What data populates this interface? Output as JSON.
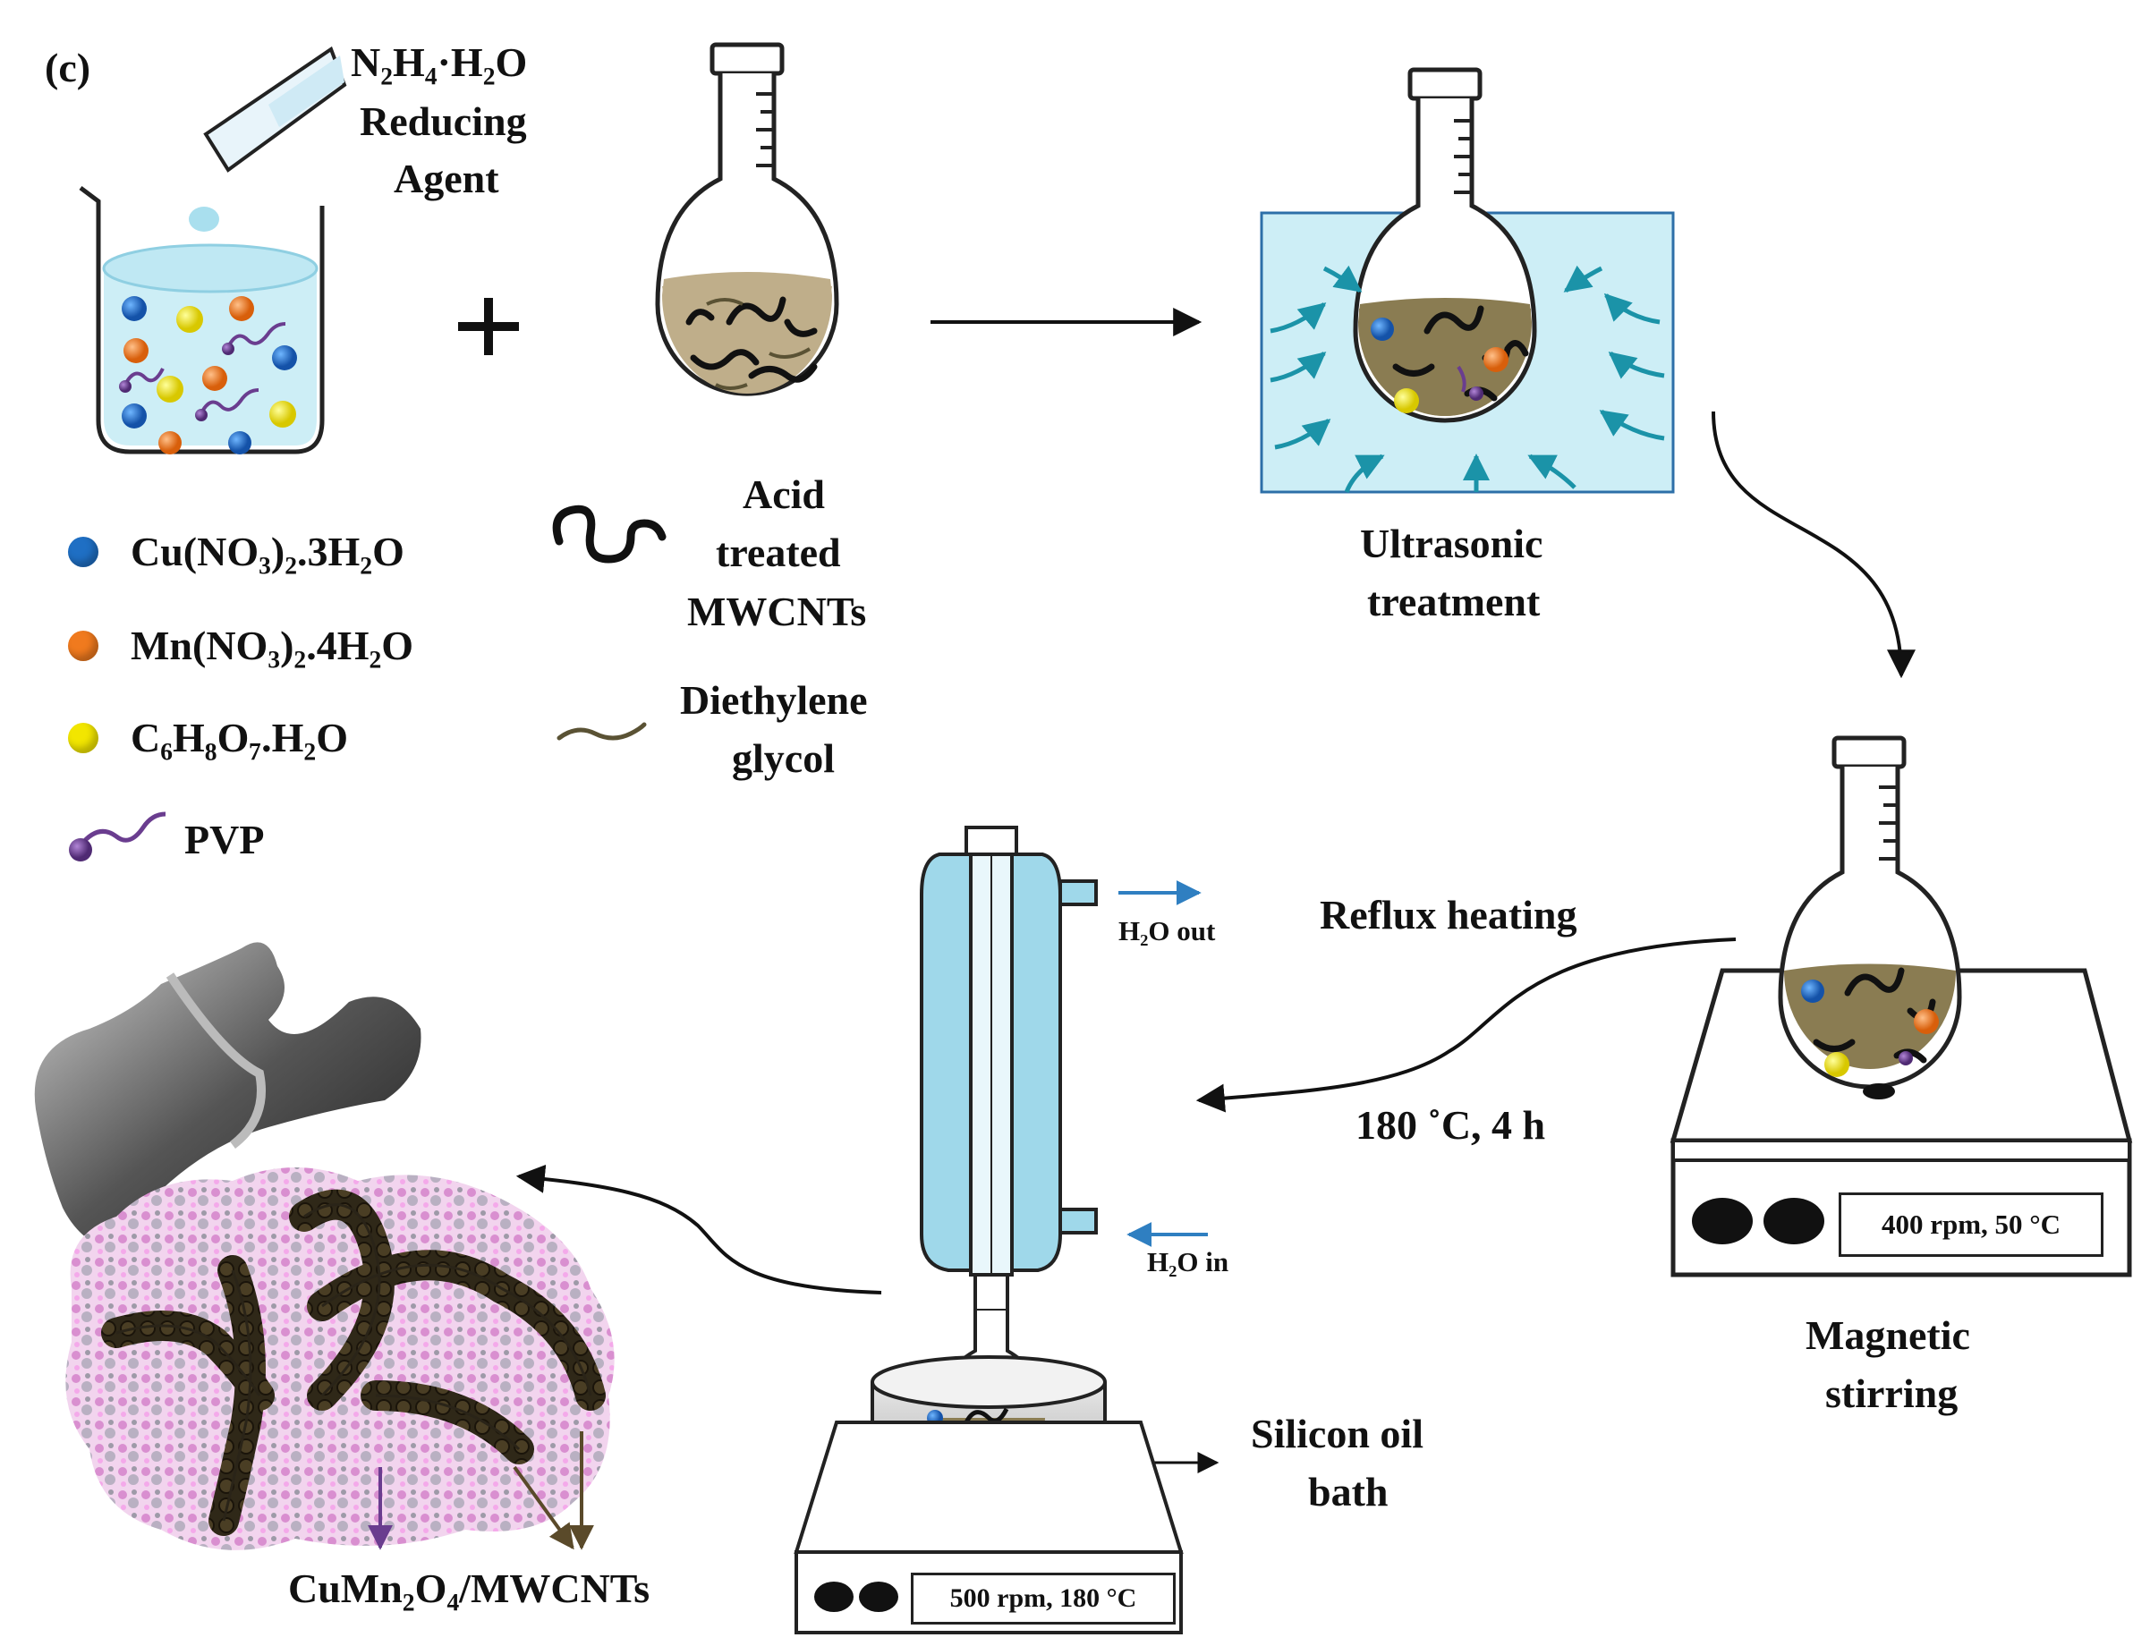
{
  "panel_label": "(c)",
  "reducing_agent": {
    "formula": "N₂H₄·H₂O",
    "line2": "Reducing",
    "line3": "Agent"
  },
  "plus_sign": "+",
  "legend": [
    {
      "label": "Cu(NO₃)₂.3H₂O",
      "color": "#1f6fc4"
    },
    {
      "label": "Mn(NO₃)₂.4H₂O",
      "color": "#f07a1e"
    },
    {
      "label": "C₆H₈O₇.H₂O",
      "color": "#f2e600"
    },
    {
      "label": "PVP",
      "color": "#6a3d8f"
    }
  ],
  "mwcnt_label": {
    "line1": "Acid",
    "line2": "treated",
    "line3": "MWCNTs"
  },
  "deg_label": {
    "line1": "Diethylene",
    "line2": "glycol"
  },
  "ultrasonic_label": {
    "line1": "Ultrasonic",
    "line2": "treatment"
  },
  "magnetic_label": {
    "line1": "Magnetic",
    "line2": "stirring"
  },
  "stirrer_display": "400 rpm, 50 °C",
  "reflux_label": "Reflux heating",
  "reflux_conditions": "180 ˚C, 4 h",
  "water_out": "H₂O out",
  "water_in": "H₂O in",
  "oil_bath_label": {
    "line1": "Silicon oil",
    "line2": "bath"
  },
  "hotplate_display": "500 rpm, 180 °C",
  "product_label": "CuMn₂O₄/MWCNTs",
  "colors": {
    "solution_blue": "#cdeef6",
    "condenser_blue": "#9fd8ea",
    "mixture_brown": "#bfae8a",
    "tube_dark": "#3c3322",
    "particle_pink": "#e2a6d9",
    "arrow_blue": "#2f7fc1",
    "flow_teal": "#1b93a8"
  }
}
